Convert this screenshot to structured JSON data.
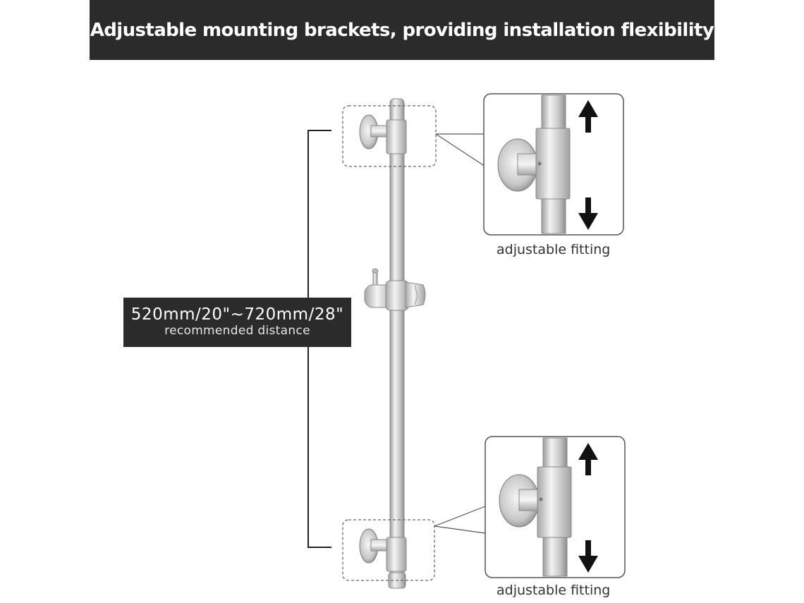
{
  "banner": {
    "title": "Adjustable mounting brackets, providing installation flexibility"
  },
  "distance": {
    "value": "520mm/20\"~720mm/28\"",
    "caption": "recommended distance"
  },
  "details": [
    {
      "caption": "adjustable fitting"
    },
    {
      "caption": "adjustable fitting"
    }
  ],
  "icons": {
    "up_arrow": "arrow-up-icon",
    "down_arrow": "arrow-down-icon"
  },
  "colors": {
    "banner_bg": "#2b2b2b",
    "banner_text": "#ffffff",
    "metal_light": "#e6e6e6",
    "metal_dark": "#9a9a9a",
    "outline": "#555555"
  }
}
